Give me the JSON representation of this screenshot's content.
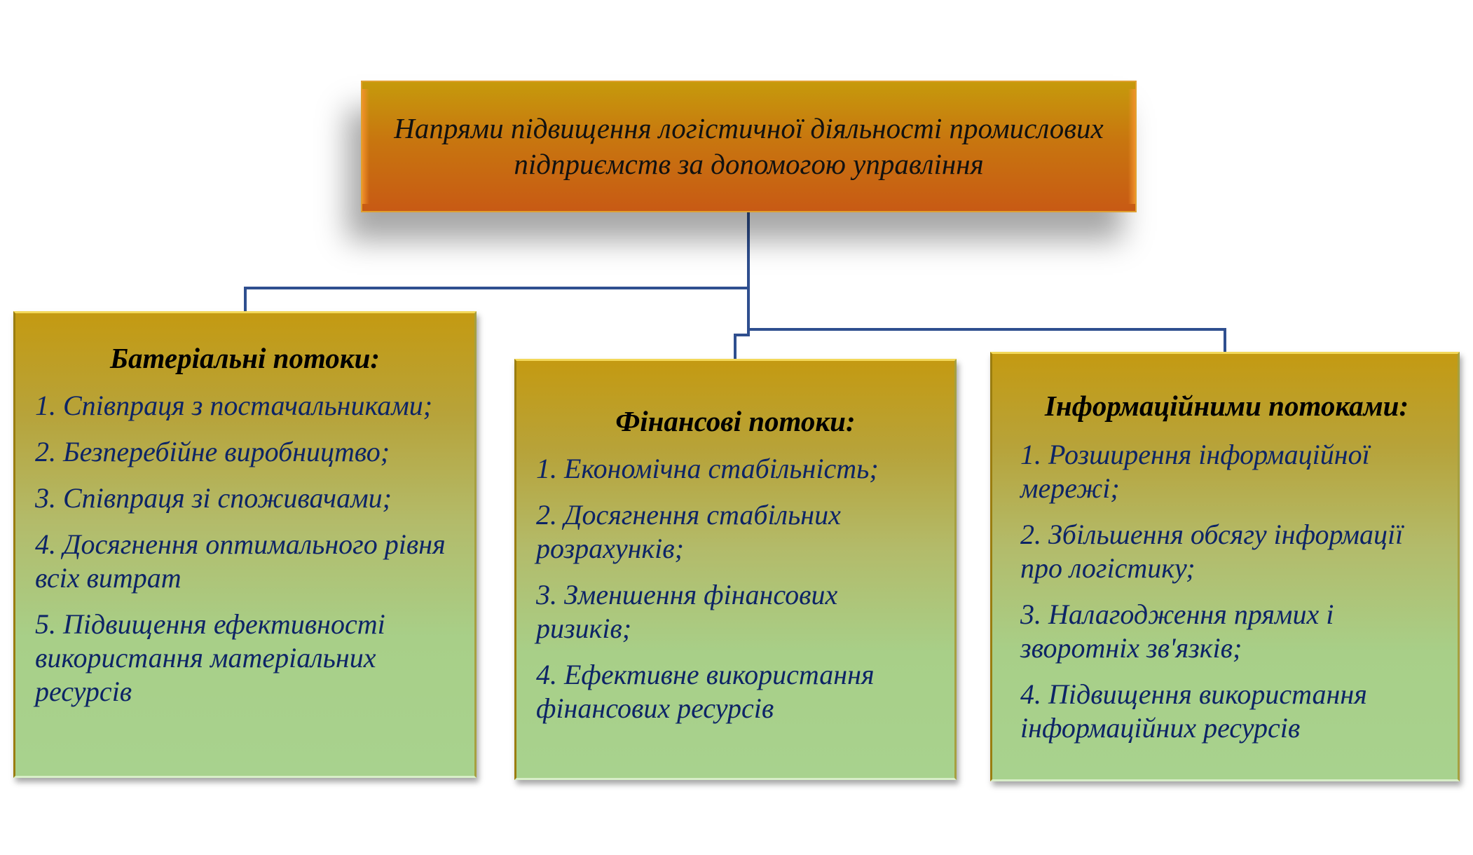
{
  "root": {
    "title": "Напрями підвищення логістичної діяльності промислових підприємств за допомогою управління"
  },
  "branches": [
    {
      "title": "Батеріальні потоки:",
      "items": [
        "1. Співпраця з постачальниками;",
        "2. Безперебійне виробництво;",
        "3. Співпраця зі споживачами;",
        "4. Досягнення оптимального рівня всіх витрат",
        "5. Підвищення ефективності використання матеріальних ресурсів"
      ]
    },
    {
      "title": "Фінансові потоки:",
      "items": [
        "1. Економічна стабільність;",
        "2. Досягнення стабільних розрахунків;",
        "3. Зменшення фінансових ризиків;",
        "4. Ефективне використання фінансових ресурсів"
      ]
    },
    {
      "title": "Інформаційними потоками:",
      "items": [
        "1. Розширення інформаційної мережі;",
        "2. Збільшення обсягу інформації про логістику;",
        "3. Налагодження прямих і зворотніх зв'язків;",
        "4. Підвищення використання інформаційних ресурсів"
      ]
    }
  ],
  "colors": {
    "connector": "#2f4f8f",
    "item_text": "#0d2466"
  }
}
